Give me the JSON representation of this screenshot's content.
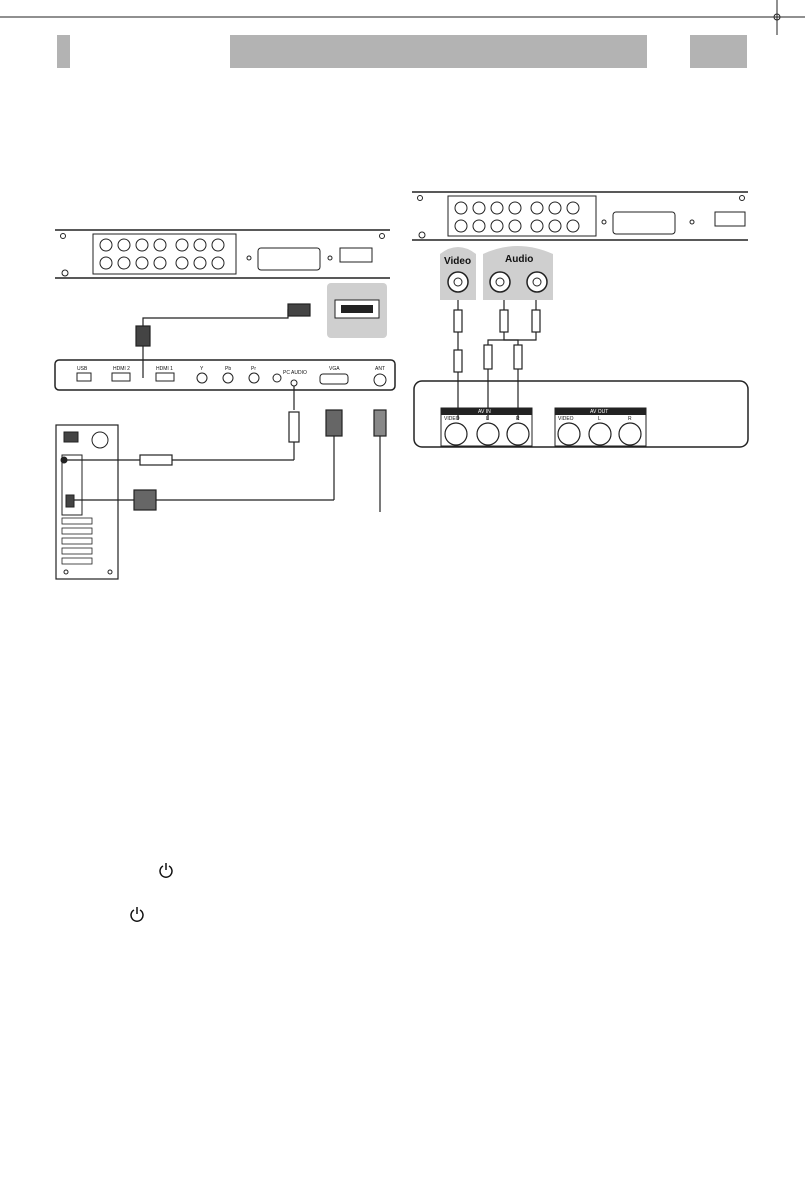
{
  "header": {
    "left_tab": "",
    "title_bar": "",
    "page_tab": ""
  },
  "pc_diagram": {
    "tv_ports": {
      "usb": "USB",
      "hdmi2": "HDMI 2",
      "hdmi1": "HDMI 1",
      "y": "Y",
      "pb": "Pb",
      "pr": "Pr",
      "pc_audio": "PC AUDIO",
      "vga": "VGA",
      "ant": "ANT"
    }
  },
  "av_diagram": {
    "video_label": "Video",
    "audio_label": "Audio",
    "av_in": {
      "title": "AV IN",
      "video": "VIDEO",
      "l": "L",
      "r": "R"
    },
    "av_out": {
      "title": "AV OUT",
      "video": "VIDEO",
      "l": "L",
      "r": "R"
    }
  },
  "icons": {
    "power_icon_1": "power-icon",
    "power_icon_2": "power-icon"
  }
}
